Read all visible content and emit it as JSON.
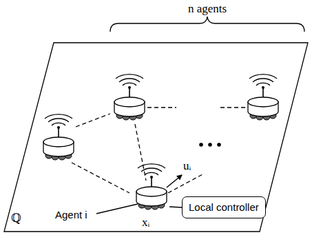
{
  "diagram": {
    "nodes": [
      {
        "text": [
          "Local controller"
        ]
      }
    ],
    "labels": [
      "n agents",
      "ℚ",
      "Agent i",
      "xᵢ",
      "uᵢ"
    ]
  }
}
